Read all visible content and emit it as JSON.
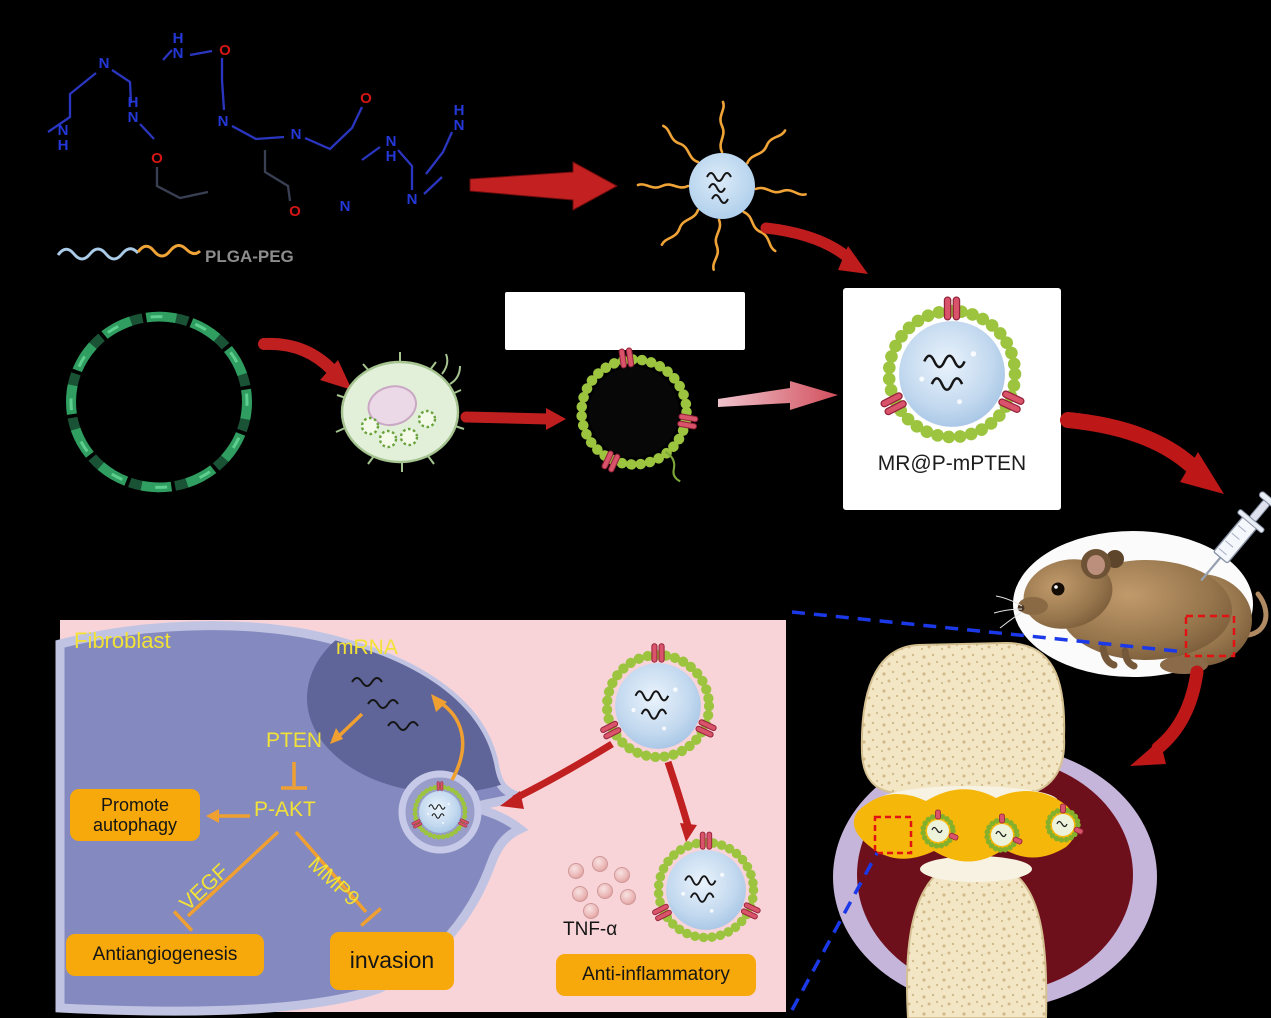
{
  "title_labels": {
    "polymer": "PLGA-PEG",
    "nanoparticle": "MR@P-mPTEN"
  },
  "chemistry": {
    "atoms": [
      {
        "symbol": "H"
      },
      {
        "symbol": "N"
      },
      {
        "symbol": "O"
      },
      {
        "symbol": "N"
      },
      {
        "symbol": "H"
      },
      {
        "symbol": "N"
      },
      {
        "symbol": "N"
      },
      {
        "symbol": "H"
      },
      {
        "symbol": "O"
      },
      {
        "symbol": "N"
      },
      {
        "symbol": "N"
      },
      {
        "symbol": "O"
      },
      {
        "symbol": "N"
      },
      {
        "symbol": "H"
      },
      {
        "symbol": "H"
      },
      {
        "symbol": "N"
      },
      {
        "symbol": "O"
      },
      {
        "symbol": "N"
      },
      {
        "symbol": "N"
      }
    ]
  },
  "panel": {
    "title": "Fibroblast",
    "mrna": "mRNA",
    "pten": "PTEN",
    "p_akt": "P-AKT",
    "promote_autophagy": "Promote autophagy",
    "vegf": "VEGF",
    "mmp9": "MMP9",
    "antiangiogenesis": "Antiangiogenesis",
    "invasion": "invasion",
    "tnf_alpha": "TNF-α",
    "anti_inflammatory": "Anti-inflammatory"
  },
  "colors": {
    "background": "#000000",
    "arrow_red": "#bd1717",
    "accent_orange_box": "#f7a80b",
    "label_yellow": "#f2e136",
    "signal_orange": "#f0a030",
    "membrane_green": "#9cc43e",
    "protein_red": "#d9536a",
    "core_blue": "#b9d2ec",
    "panel_pink": "#f8d4d9",
    "cell_purple": "#8489bf",
    "plasmid_green": "#237a4e",
    "bone_cream": "#f2e6c4",
    "capsule_purple": "#c6b5da",
    "synovium_red": "#6e0f1c",
    "pannus_yellow": "#f5b70a",
    "zoom_line_blue": "#1b39e8",
    "peg_orange": "#f0a437"
  },
  "icons": {
    "plasmid": "plasmid-dna-ring",
    "micelle": "mrna-polymer-micelle",
    "cell": "membrane-donor-cell",
    "vesicle": "cell-membrane-vesicle",
    "nanoparticle": "membrane-coated-mrna-nanoparticle",
    "mouse": "mouse",
    "syringe": "syringe",
    "joint": "inflamed-knee-joint",
    "tnf": "tnf-alpha-spheres"
  }
}
